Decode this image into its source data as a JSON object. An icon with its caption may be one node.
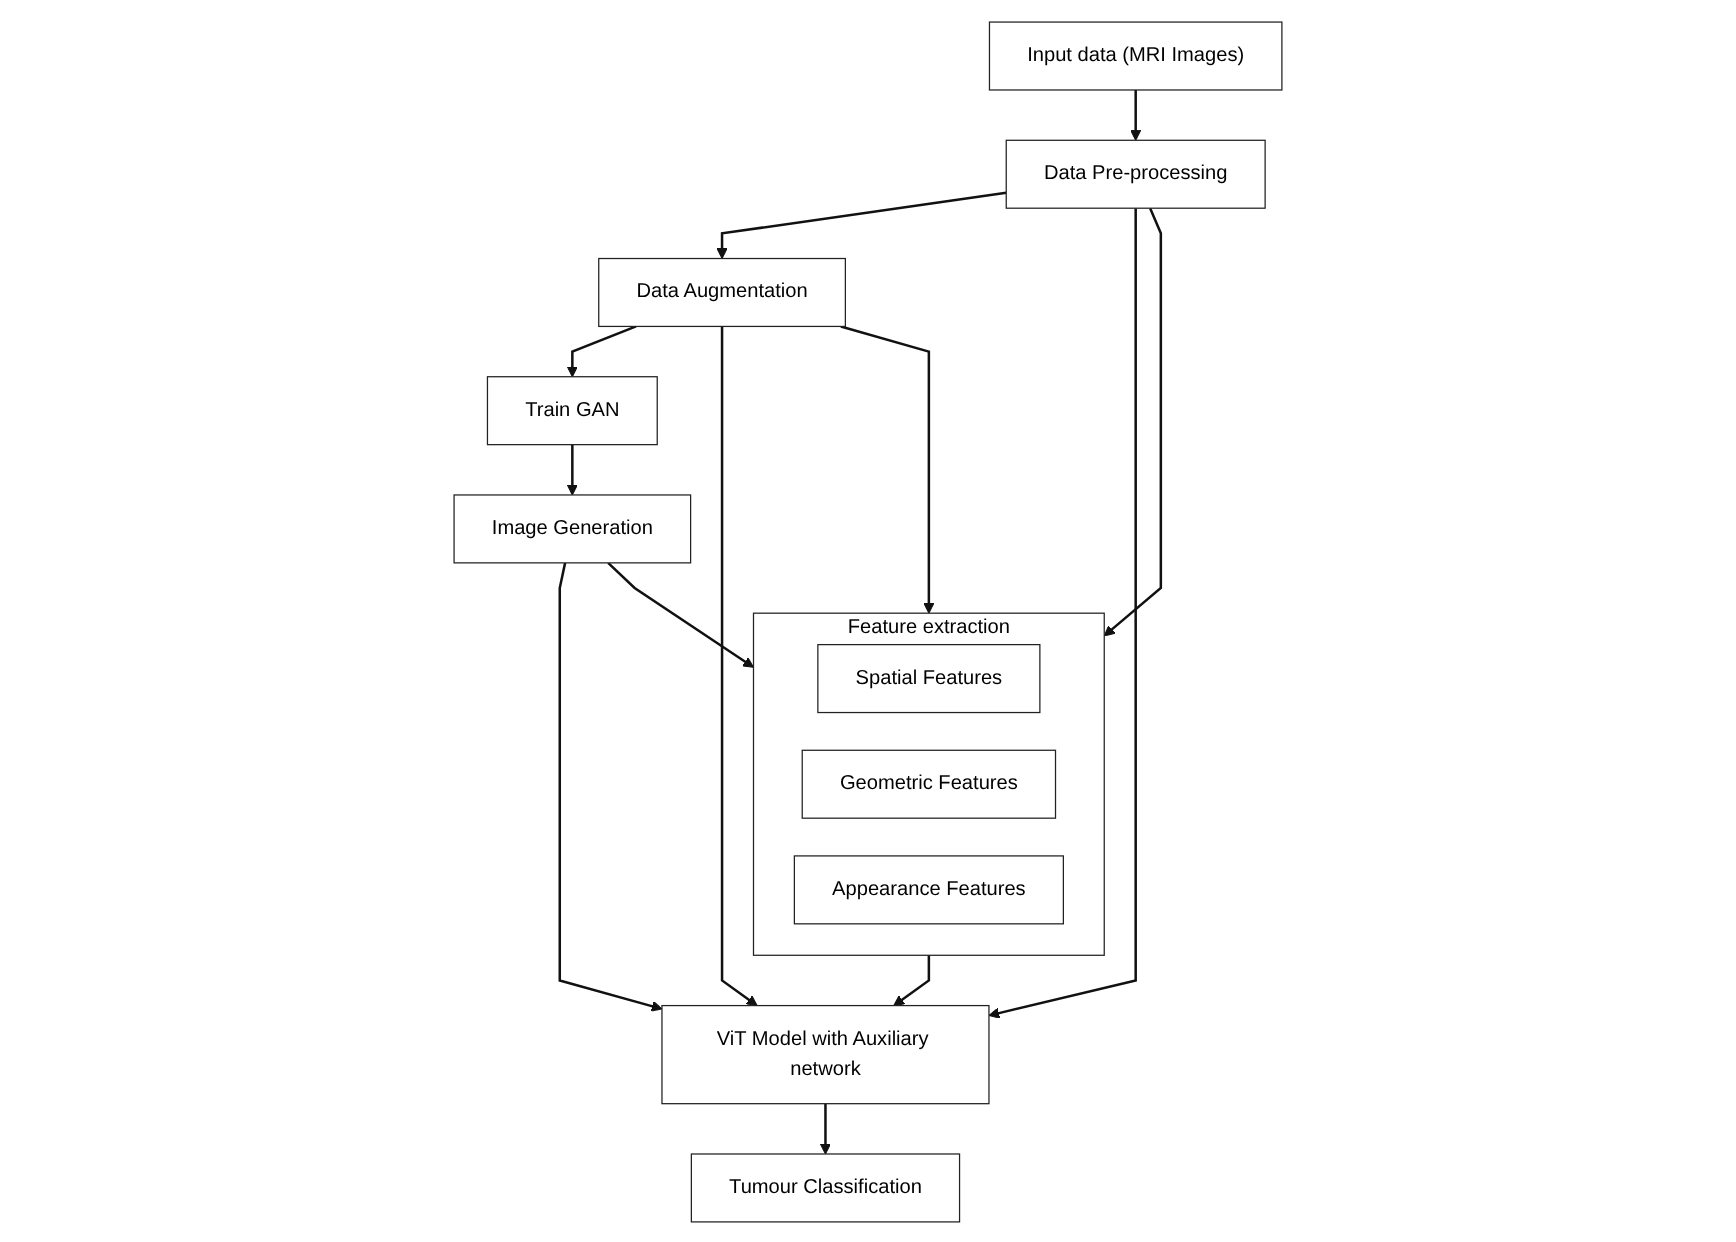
{
  "diagram": {
    "nodes": [
      {
        "text": [
          "Input data (MRI Images)"
        ]
      },
      {
        "text": [
          "Data Pre-processing"
        ]
      },
      {
        "text": [
          "Data Augmentation"
        ]
      },
      {
        "text": [
          "Train GAN"
        ]
      },
      {
        "text": [
          "Image Generation"
        ]
      },
      {
        "text": [
          "Feature extraction"
        ]
      },
      {
        "text": [
          "Spatial Features"
        ],
        "in": 5
      },
      {
        "text": [
          "Geometric Features"
        ],
        "in": 5
      },
      {
        "text": [
          "Appearance Features"
        ],
        "in": 5
      },
      {
        "text": [
          "ViT Model with Auxiliary network"
        ]
      },
      {
        "text": [
          "Tumour Classification"
        ]
      }
    ],
    "edges": [
      {
        "from": 0,
        "to": 1,
        "arrow": "to"
      },
      {
        "from": 1,
        "to": 2,
        "arrow": "to"
      },
      {
        "from": 1,
        "to": 9,
        "arrow": "to"
      },
      {
        "from": 1,
        "to": 5,
        "arrow": "to"
      },
      {
        "from": 2,
        "to": 3,
        "arrow": "to"
      },
      {
        "from": 2,
        "to": 9,
        "arrow": "to"
      },
      {
        "from": 2,
        "to": 5,
        "arrow": "to"
      },
      {
        "from": 3,
        "to": 4,
        "arrow": "to"
      },
      {
        "from": 4,
        "to": 9,
        "arrow": "to"
      },
      {
        "from": 4,
        "to": 5,
        "arrow": "to"
      },
      {
        "from": 5,
        "to": 9,
        "arrow": "to"
      },
      {
        "from": 9,
        "to": 10,
        "arrow": "to"
      }
    ]
  }
}
